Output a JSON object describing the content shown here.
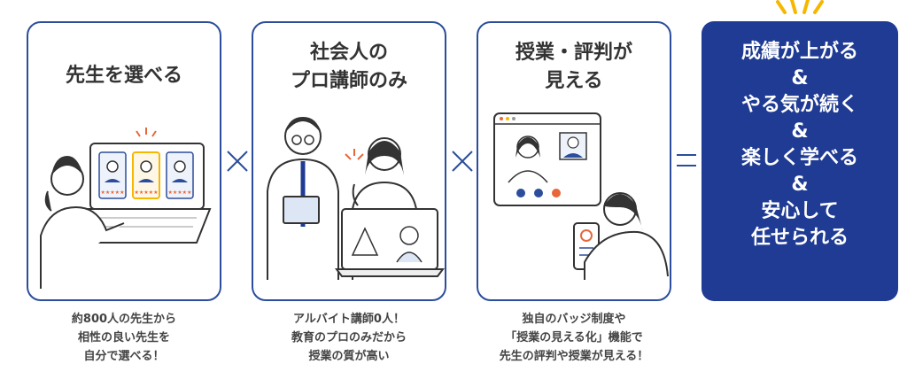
{
  "cards": [
    {
      "title": [
        "先生を選べる"
      ],
      "caption": [
        "約800人の先生から",
        "相性の良い先生を",
        "自分で選べる！"
      ]
    },
    {
      "title": [
        "社会人の",
        "プロ講師のみ"
      ],
      "caption": [
        "アルバイト講師0人！",
        "教育のプロのみだから",
        "授業の質が高い"
      ]
    },
    {
      "title": [
        "授業・評判が",
        "見える"
      ],
      "caption": [
        "独自のバッジ制度や",
        "「授業の見える化」機能で",
        "先生の評判や授業が見える！"
      ]
    }
  ],
  "result": {
    "lines": [
      "成績が上がる",
      "&",
      "やる気が続く",
      "&",
      "楽しく学べる",
      "&",
      "安心して",
      "任せられる"
    ]
  },
  "colors": {
    "accent": "#2b4d9b",
    "result_bg": "#1f3b93",
    "highlight": "#f5b700",
    "alert": "#e8673a"
  }
}
